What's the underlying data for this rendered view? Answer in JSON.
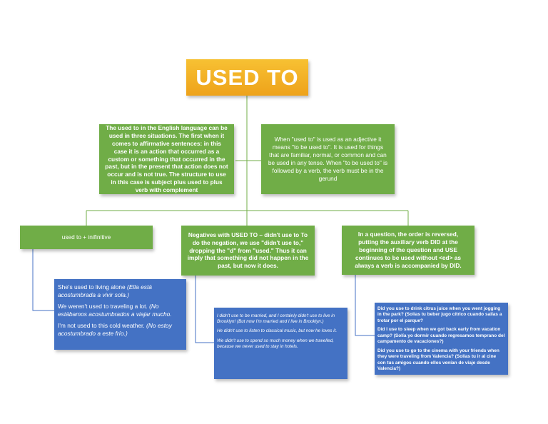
{
  "title": "USED TO",
  "nodes": {
    "affirmative": "The used to in the English language can be used in three situations. The first when it comes to affirmative sentences: in this case it is an action that occurred as a custom or something that occurred in the past, but in the present that action does not occur and is not true. The structure to use in this case is subject plus used to plus verb with complement",
    "adjective": "When \"used to\" is used as an adjective it means \"to be used to\". It is used for things that are familiar, normal, or common and can be used in any tense. When \"to be used to\" is followed by a verb, the verb must be in the gerund",
    "infinitive": "used to + inifinitive",
    "negatives": "Negatives with USED TO – didn't use to To do the negation, we use \"didn't use to,\" dropping the \"d\" from \"used.\" Thus it can imply that something did not happen in the past, but now it does.",
    "question": "In a question, the order is reversed, putting the auxiliary verb DID at the beginning of the question and USE continues to be used without <ed> as always a verb is accompanied by DID."
  },
  "examples_affirmative": [
    {
      "en": "She's used to living alone",
      "es": "(Ella está acostumbrada a vivir sola.)"
    },
    {
      "en": "We weren't used to traveling a lot.",
      "es": "(No estábamos acostumbrados a viajar mucho."
    },
    {
      "en": "I'm not used to this cold weather.",
      "es": "(No estoy acostumbrado a este frío.)"
    }
  ],
  "examples_negative": [
    "I didn't use to be married, and I certainly didn't use to live in Brooklyn! (But now I'm married and I live in Brooklyn.)",
    "He didn't use to listen to classical music, but now he loves it.",
    "We didn't use to spend so much money when we travelled, because we never used to stay in hotels."
  ],
  "examples_question": [
    "Did you use to drink citrus juice when you went jogging in the park? (Solías tu beber jugo cítrico cuando salías a trotar por el parque?",
    "Did I use to sleep when we got back early from vacation camp? (Solía yo dormir cuando regresamos temprano del campamento de vacaciones?)",
    "Did you use to go to the cinema with your friends when they were traveling from Valencia? (Solías tu ir al cine con tus amigos cuando ellos venían de viaje desde Valencia?)"
  ],
  "colors": {
    "title": "#f3b324",
    "green": "#70ad47",
    "blue": "#4472c4",
    "line": "#70ad47",
    "blue_line": "#4472c4"
  }
}
